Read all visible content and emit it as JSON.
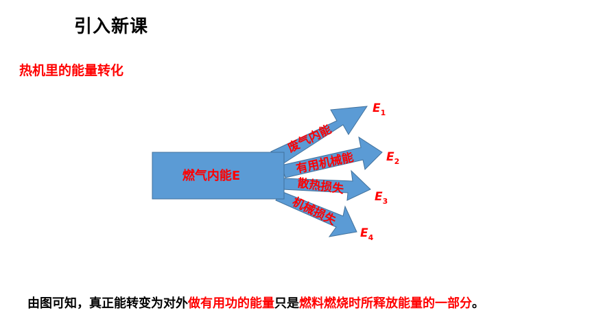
{
  "title": "引入新课",
  "subtitle": "热机里的能量转化",
  "diagram": {
    "source_box_label": "燃气内能E",
    "fill_color": "#5b9bd5",
    "label_color": "#ff0000",
    "arrows": [
      {
        "label": "废气内能",
        "energy_symbol": "E",
        "energy_subscript": "1"
      },
      {
        "label": "有用机械能",
        "energy_symbol": "E",
        "energy_subscript": "2"
      },
      {
        "label": "散热损失",
        "energy_symbol": "E",
        "energy_subscript": "3"
      },
      {
        "label": "机械损失",
        "energy_symbol": "E",
        "energy_subscript": "4"
      }
    ]
  },
  "conclusion": {
    "part1": "由图可知，真正能转变为对外",
    "part2_highlight": "做有用功的能量",
    "part3": "只是",
    "part4_highlight": "燃料燃烧时所释放能量的一部分",
    "part5": "。"
  }
}
